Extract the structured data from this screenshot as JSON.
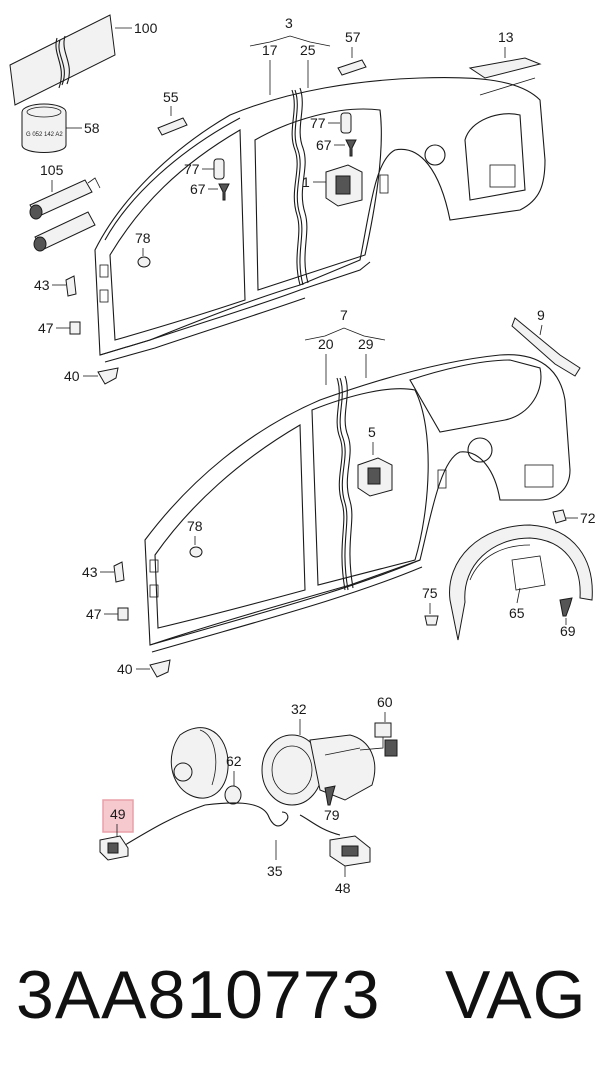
{
  "callouts": {
    "c100": "100",
    "c58": "58",
    "c105": "105",
    "c55": "55",
    "c3": "3",
    "c17": "17",
    "c25": "25",
    "c57": "57",
    "c13": "13",
    "c77a": "77",
    "c67a": "67",
    "c77b": "77",
    "c67b": "67",
    "c1": "1",
    "c78a": "78",
    "c43a": "43",
    "c47a": "47",
    "c40a": "40",
    "c7": "7",
    "c20": "20",
    "c29": "29",
    "c9": "9",
    "c5": "5",
    "c78b": "78",
    "c43b": "43",
    "c47b": "47",
    "c40b": "40",
    "c72": "72",
    "c75": "75",
    "c65": "65",
    "c69": "69",
    "c32": "32",
    "c60": "60",
    "c62": "62",
    "c79": "79",
    "c49": "49",
    "c35": "35",
    "c48": "48"
  },
  "can_label": "G 052 142 A2",
  "highlight_color": "#e8a0a8",
  "footer": {
    "part_number": "3AA810773",
    "brand": "VAG"
  }
}
